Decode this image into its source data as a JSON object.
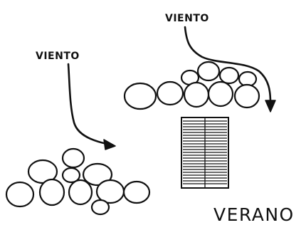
{
  "labels": {
    "wind_top": "VIENTO",
    "wind_left": "VIENTO",
    "season": "VERANO"
  },
  "colors": {
    "ink": "#111111",
    "paper": "#ffffff"
  }
}
